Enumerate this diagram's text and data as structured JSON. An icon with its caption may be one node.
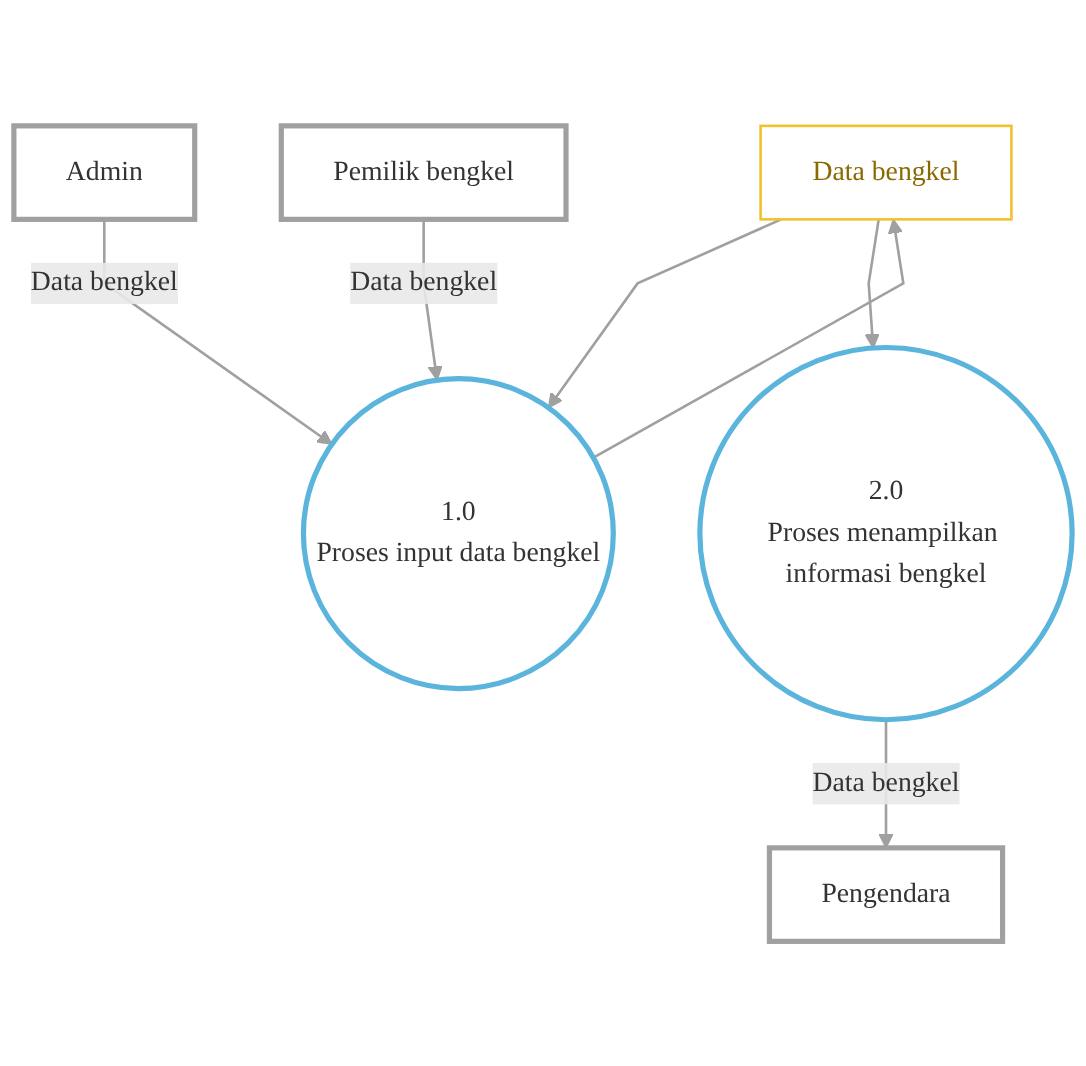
{
  "diagram": {
    "nodes": [
      {
        "text": [
          "Data bengkel"
        ]
      },
      {
        "text": [
          "1.0",
          "Proses input data bengkel"
        ]
      },
      {
        "text": [
          "Admin"
        ]
      },
      {
        "text": [
          "Pemilik bengkel"
        ]
      },
      {
        "text": [
          "2.0",
          "Proses menampilkan informasi bengkel"
        ]
      },
      {
        "text": [
          "Pengendara"
        ]
      }
    ],
    "edges": [
      {
        "from": 1,
        "to": 0,
        "arrow": "to"
      },
      {
        "from": 0,
        "to": 1,
        "arrow": "to"
      },
      {
        "from": 2,
        "to": 1,
        "arrow": "to",
        "label": "Data bengkel"
      },
      {
        "from": 3,
        "to": 1,
        "arrow": "to",
        "label": "Data bengkel"
      },
      {
        "from": 0,
        "to": 4,
        "arrow": "to"
      },
      {
        "from": 4,
        "to": 5,
        "arrow": "to",
        "label": "Data bengkel"
      }
    ]
  }
}
